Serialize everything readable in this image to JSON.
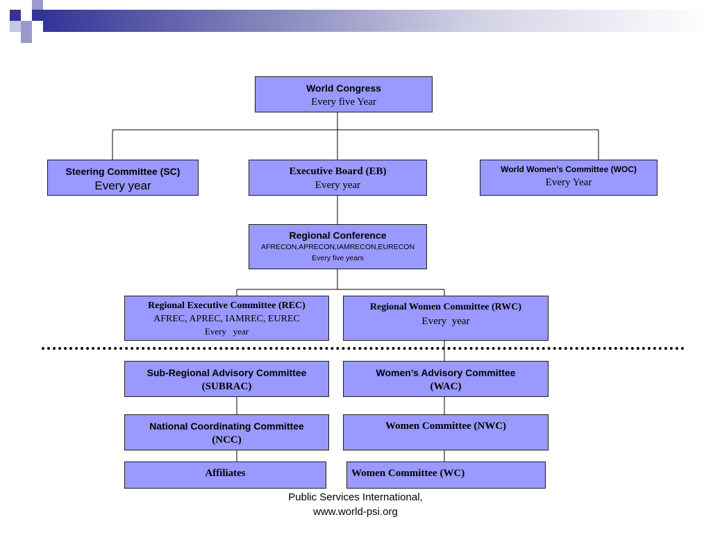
{
  "colors": {
    "box_fill": "#9999ff",
    "box_border": "#1c1c1c",
    "navy": "#333399",
    "lavender": "#9999cc",
    "line": "#000000"
  },
  "boxes": {
    "world_congress": {
      "title": "World Congress",
      "sub": "Every five Year"
    },
    "steering_committee": {
      "title": "Steering Committee (SC)",
      "sub": "Every year"
    },
    "executive_board": {
      "title": "Executive Board (EB)",
      "sub": "Every year"
    },
    "world_womens_committee": {
      "title": "World Women’s Committee (WOC)",
      "sub": "Every Year"
    },
    "regional_conference": {
      "title": "Regional Conference",
      "members": "AFRECON,APRECON,IAMRECON,EURECON",
      "sub": "Every five years"
    },
    "regional_executive_committee": {
      "title": "Regional Executive Committee (REC)",
      "members": "AFREC, APREC, IAMREC, EUREC",
      "sub": "Every   year"
    },
    "regional_women_committee": {
      "title": "Regional Women Committee (RWC)",
      "sub": "Every  year"
    },
    "subrac": {
      "title": "Sub-Regional Advisory Committee",
      "sub": "(SUBRAC)"
    },
    "wac": {
      "title": "Women’s Advisory Committee",
      "sub": "(WAC)"
    },
    "ncc": {
      "title": "National Coordinating Committee",
      "sub": "(NCC)"
    },
    "nwc": {
      "title": "Women Committee (NWC)"
    },
    "affiliates": {
      "title": "Affiliates"
    },
    "wc": {
      "title": "Women Committee (WC)"
    }
  },
  "footer": {
    "line1": "Public Services International,",
    "line2": "www.world-psi.org"
  }
}
